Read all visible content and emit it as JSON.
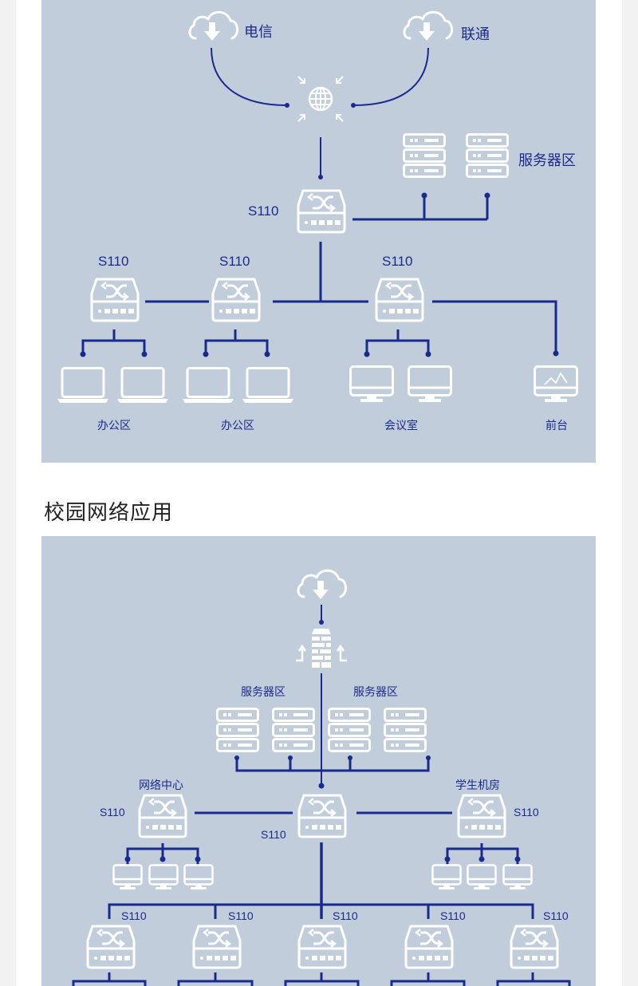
{
  "section_title": "校园网络应用",
  "colors": {
    "page_bg": "#f2f2f2",
    "content_bg": "#ffffff",
    "panel_bg": "#c1cddb",
    "line": "#1a2a8c",
    "label": "#1c2a8c",
    "icon": "#ffffff"
  },
  "diagram1": {
    "isp_left": "电信",
    "isp_right": "联通",
    "server_zone": "服务器区",
    "core_switch": "S110",
    "switch_labels": [
      "S110",
      "S110",
      "S110"
    ],
    "zones": [
      "办公区",
      "办公区",
      "会议室",
      "前台"
    ]
  },
  "diagram2": {
    "server_zone_left": "服务器区",
    "server_zone_right": "服务器区",
    "core_switch": "S110",
    "network_center": "网络中心",
    "network_center_switch": "S110",
    "student_lab": "学生机房",
    "student_lab_switch": "S110",
    "access_switches": [
      "S110",
      "S110",
      "S110",
      "S110",
      "S110"
    ]
  }
}
